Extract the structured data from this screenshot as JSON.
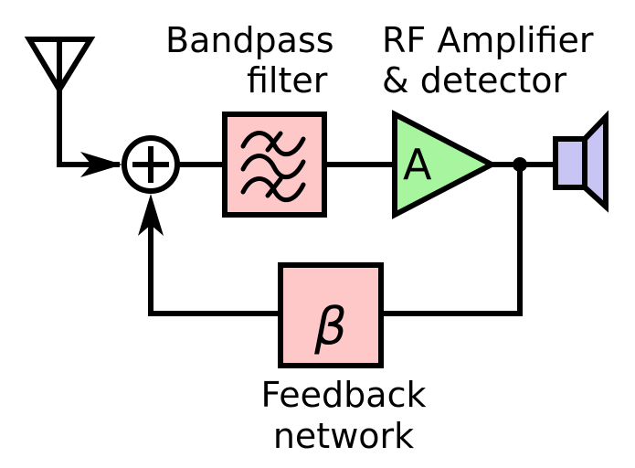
{
  "diagram": {
    "title": "Regenerative receiver block diagram",
    "colors": {
      "line": "#000000",
      "filter_fill": "#ffc8c8",
      "feedback_fill": "#ffc8c8",
      "amplifier_fill": "#a8f5a0",
      "speaker_fill": "#c8c4f4",
      "background": "#ffffff"
    },
    "blocks": {
      "antenna": {
        "icon": "antenna-icon"
      },
      "summer": {
        "symbol": "+",
        "icon": "summing-junction-icon"
      },
      "bandpass_filter": {
        "label_line1": "Bandpass",
        "label_line2": "filter",
        "icon": "bandpass-filter-icon"
      },
      "amplifier": {
        "symbol": "A",
        "label_line1": "RF Amplifier",
        "label_line2": "& detector",
        "icon": "amplifier-triangle-icon"
      },
      "speaker": {
        "icon": "speaker-icon"
      },
      "feedback": {
        "symbol": "β",
        "label_line1": "Feedback",
        "label_line2": "network",
        "icon": "feedback-block-icon"
      }
    },
    "connections": [
      {
        "from": "antenna",
        "to": "summer"
      },
      {
        "from": "summer",
        "to": "bandpass_filter"
      },
      {
        "from": "bandpass_filter",
        "to": "amplifier"
      },
      {
        "from": "amplifier",
        "to": "speaker"
      },
      {
        "from": "amplifier",
        "to": "feedback"
      },
      {
        "from": "feedback",
        "to": "summer"
      }
    ]
  }
}
